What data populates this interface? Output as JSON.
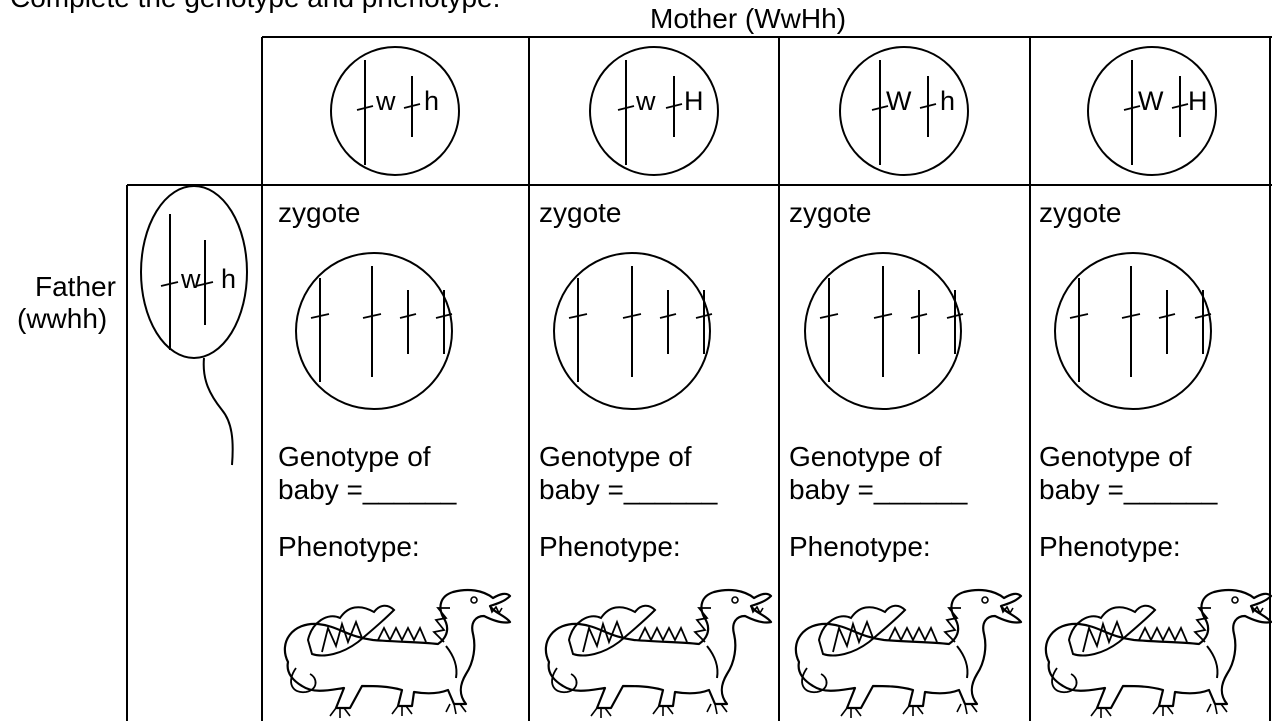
{
  "header_cut": "Complete the genotype and phenotype:",
  "mother_label": "Mother (WwHh)",
  "father_label_line1": "Father",
  "father_label_line2": "(wwhh)",
  "father_gamete": {
    "a1": "w",
    "a2": "h"
  },
  "columns": [
    {
      "gamete": {
        "a1": "w",
        "a2": "h"
      },
      "zygote_label": "zygote",
      "genotype_line1": "Genotype of",
      "genotype_line2": "baby =______",
      "phenotype_label": "Phenotype:"
    },
    {
      "gamete": {
        "a1": "w",
        "a2": "H"
      },
      "zygote_label": "zygote",
      "genotype_line1": "Genotype of",
      "genotype_line2": "baby =______",
      "phenotype_label": "Phenotype:"
    },
    {
      "gamete": {
        "a1": "W",
        "a2": "h"
      },
      "zygote_label": "zygote",
      "genotype_line1": "Genotype of",
      "genotype_line2": "baby =______",
      "phenotype_label": "Phenotype:"
    },
    {
      "gamete": {
        "a1": "W",
        "a2": "H"
      },
      "zygote_label": "zygote",
      "genotype_line1": "Genotype of",
      "genotype_line2": "baby =______",
      "phenotype_label": "Phenotype:"
    }
  ],
  "icons": {
    "dragon": "dragon-sketch-icon",
    "chromosome": "chromosome-icon"
  }
}
